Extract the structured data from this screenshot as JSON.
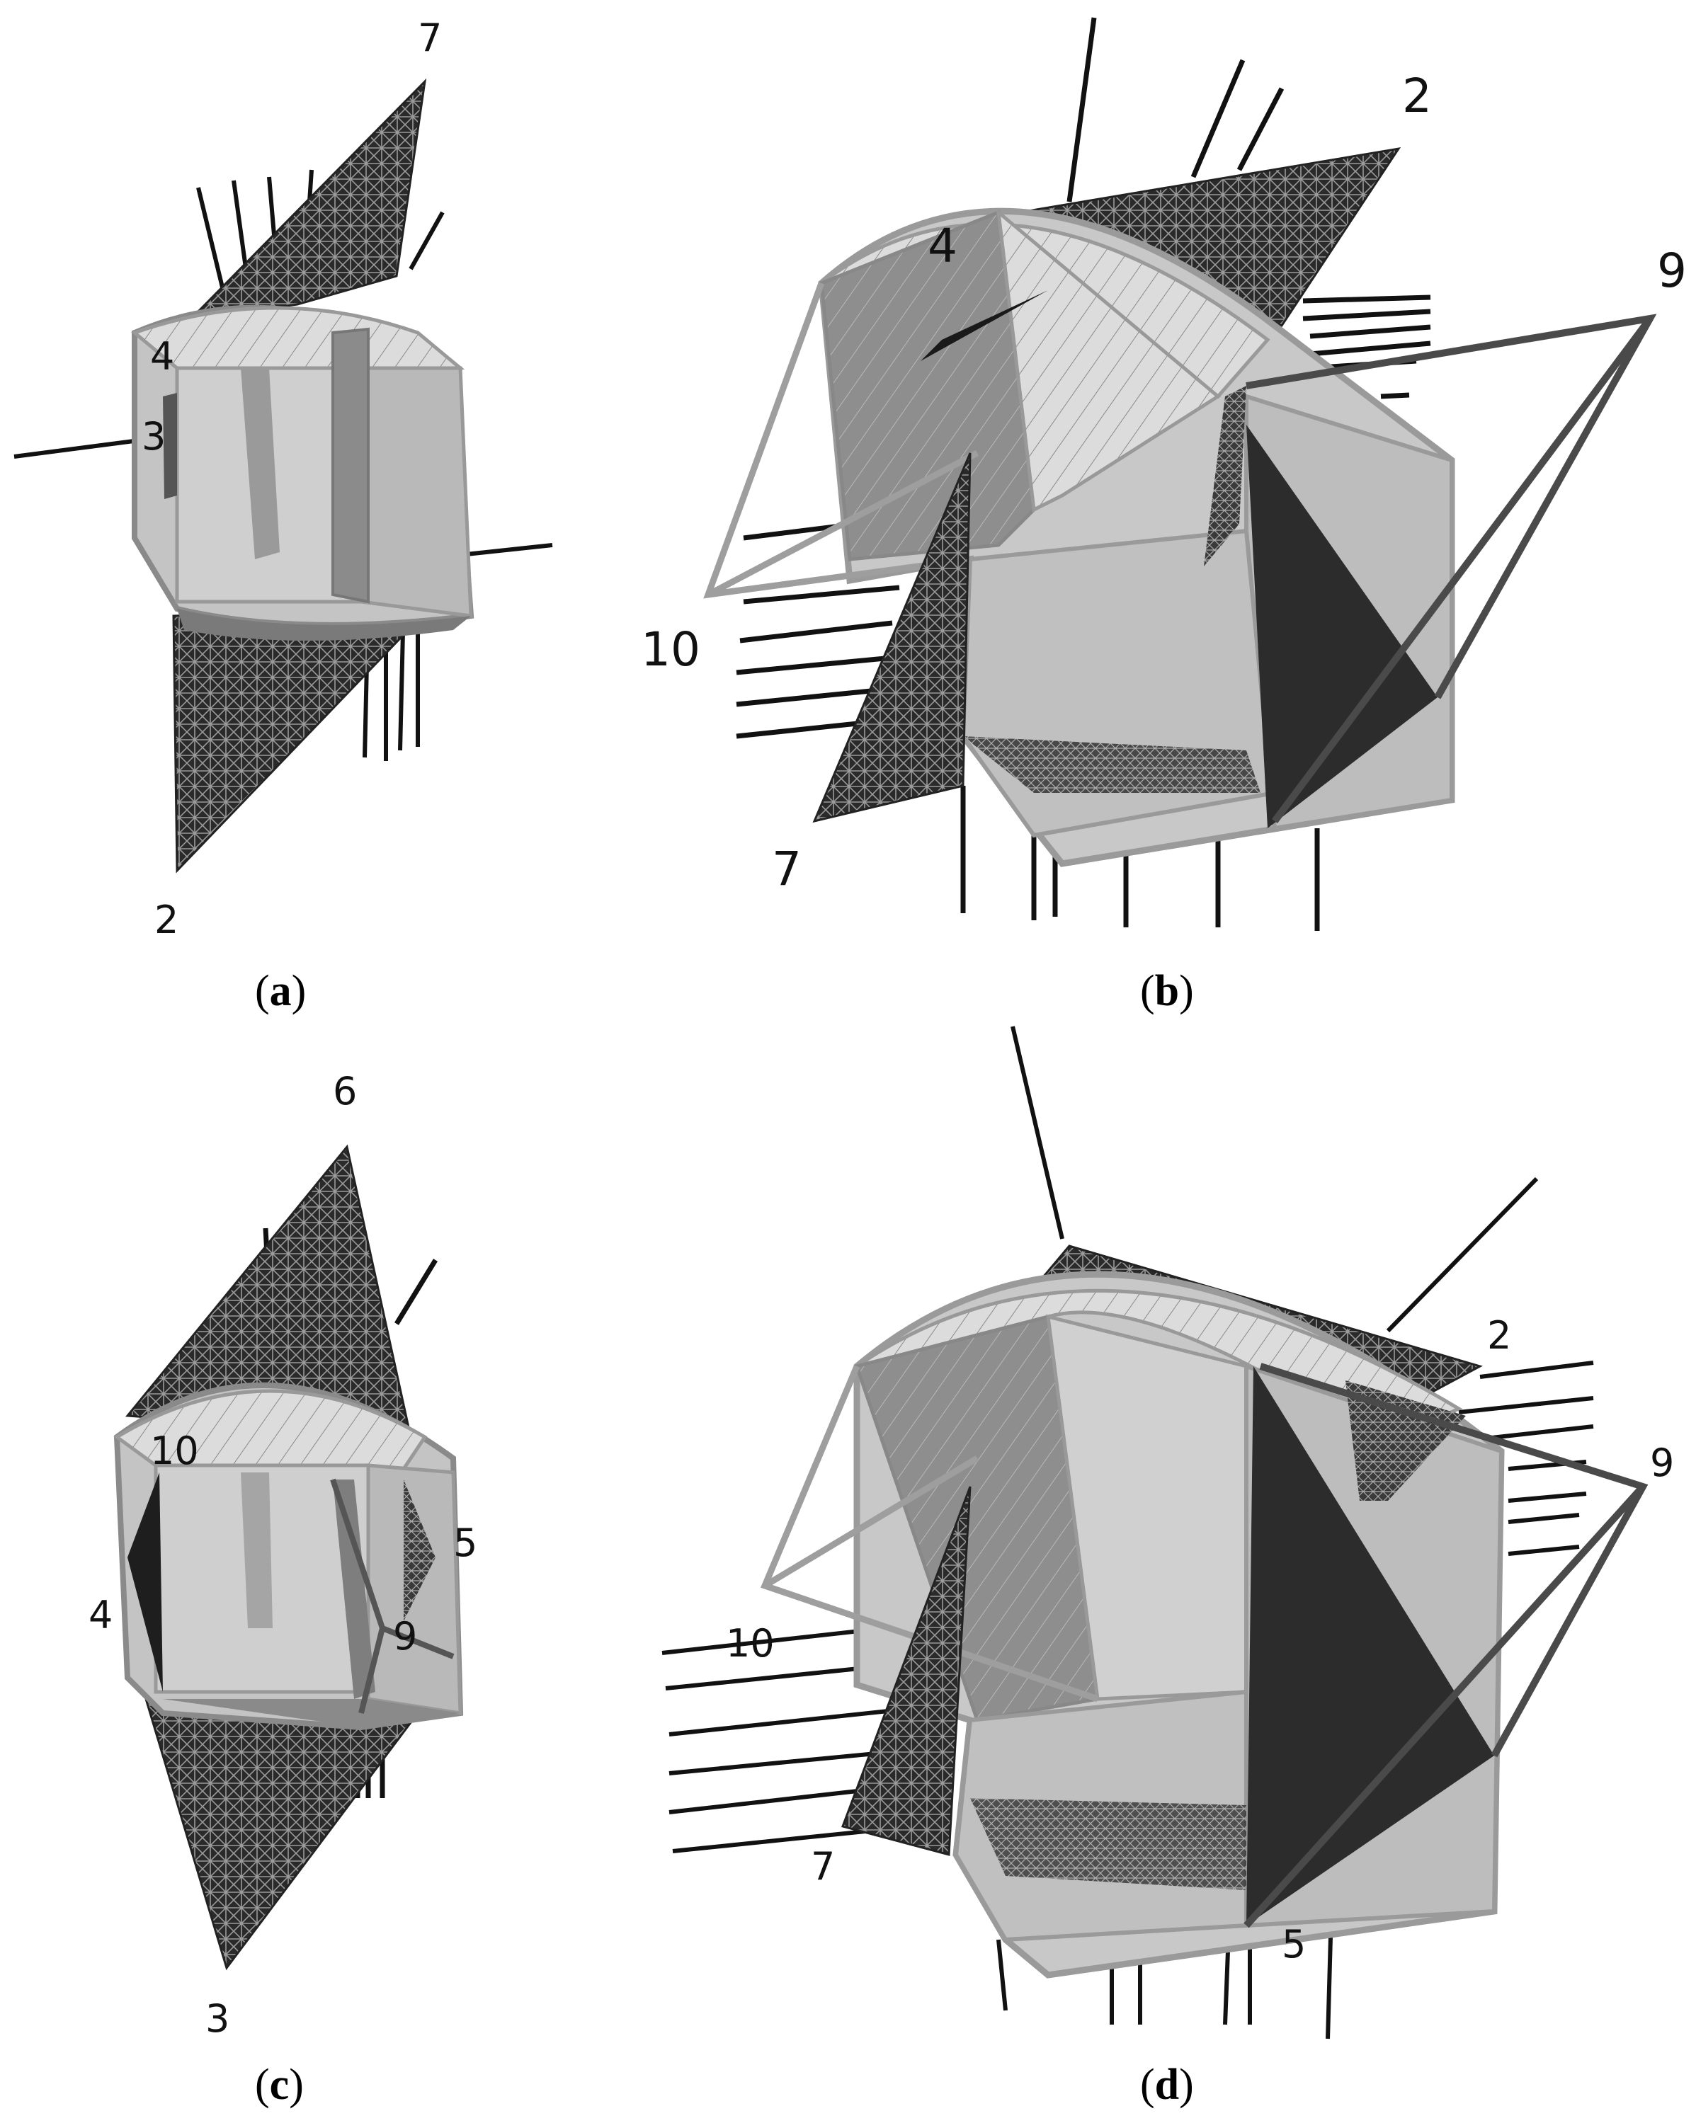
{
  "panels": {
    "a": {
      "caption_open": "(",
      "caption_letter": "a",
      "caption_close": ")",
      "labels": {
        "l7": "7",
        "l4": "4",
        "l3": "3",
        "l2": "2"
      }
    },
    "b": {
      "caption_open": "(",
      "caption_letter": "b",
      "caption_close": ")",
      "labels": {
        "l2": "2",
        "l4": "4",
        "l9": "9",
        "l10": "10",
        "l7": "7"
      }
    },
    "c": {
      "caption_open": "(",
      "caption_letter": "c",
      "caption_close": ")",
      "labels": {
        "l6": "6",
        "l10": "10",
        "l5": "5",
        "l4": "4",
        "l9": "9",
        "l3": "3"
      }
    },
    "d": {
      "caption_open": "(",
      "caption_letter": "d",
      "caption_close": ")",
      "labels": {
        "l2": "2",
        "l9": "9",
        "l10": "10",
        "l7": "7",
        "l5": "5"
      }
    }
  }
}
